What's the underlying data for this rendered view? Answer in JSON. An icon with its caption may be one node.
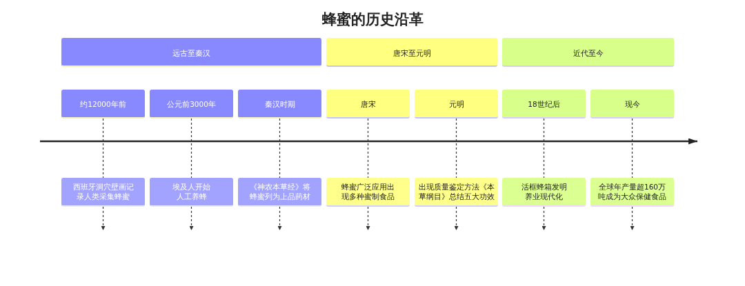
{
  "diagram": {
    "title": "蜂蜜的历史沿革",
    "nodes": [
      {
        "text": [
          "远古至秦汉"
        ]
      },
      {
        "text": [
          "唐宋至元明"
        ]
      },
      {
        "text": [
          "近代至今"
        ]
      },
      {
        "text": [
          "约12000年前"
        ]
      },
      {
        "text": [
          "公元前3000年"
        ]
      },
      {
        "text": [
          "秦汉时期"
        ]
      },
      {
        "text": [
          "唐宋"
        ]
      },
      {
        "text": [
          "元明"
        ]
      },
      {
        "text": [
          "18世纪后"
        ]
      },
      {
        "text": [
          "现今"
        ]
      },
      {
        "text": [
          "西班牙洞穴壁画记录人类采集蜂蜜"
        ]
      },
      {
        "text": [
          "埃及人开始人工养蜂"
        ]
      },
      {
        "text": [
          "《神农本草经》将蜂蜜列为上品药材"
        ]
      },
      {
        "text": [
          "蜂蜜广泛应用出现多种蜜制食品"
        ]
      },
      {
        "text": [
          "出现质量鉴定方法《本草纲目》总结五大功效"
        ]
      },
      {
        "text": [
          "活框蜂箱发明养业现代化"
        ]
      },
      {
        "text": [
          "全球年产量超160万吨成为大众保健食品"
        ]
      }
    ],
    "edges": [
      {
        "from": 3,
        "to": 10,
        "arrow": "none",
        "style": "dashed"
      },
      {
        "from": 10,
        "to": null,
        "arrow": "to",
        "style": "dashed"
      },
      {
        "from": 4,
        "to": 11,
        "arrow": "none",
        "style": "dashed"
      },
      {
        "from": 11,
        "to": null,
        "arrow": "to",
        "style": "dashed"
      },
      {
        "from": 5,
        "to": 12,
        "arrow": "none",
        "style": "dashed"
      },
      {
        "from": 12,
        "to": null,
        "arrow": "to",
        "style": "dashed"
      },
      {
        "from": 6,
        "to": 13,
        "arrow": "none",
        "style": "dashed"
      },
      {
        "from": 13,
        "to": null,
        "arrow": "to",
        "style": "dashed"
      },
      {
        "from": 7,
        "to": 14,
        "arrow": "none",
        "style": "dashed"
      },
      {
        "from": 14,
        "to": null,
        "arrow": "to",
        "style": "dashed"
      },
      {
        "from": 8,
        "to": 15,
        "arrow": "none",
        "style": "dashed"
      },
      {
        "from": 15,
        "to": null,
        "arrow": "to",
        "style": "dashed"
      },
      {
        "from": 9,
        "to": 16,
        "arrow": "none",
        "style": "dashed"
      },
      {
        "from": 16,
        "to": null,
        "arrow": "to",
        "style": "dashed"
      }
    ]
  }
}
